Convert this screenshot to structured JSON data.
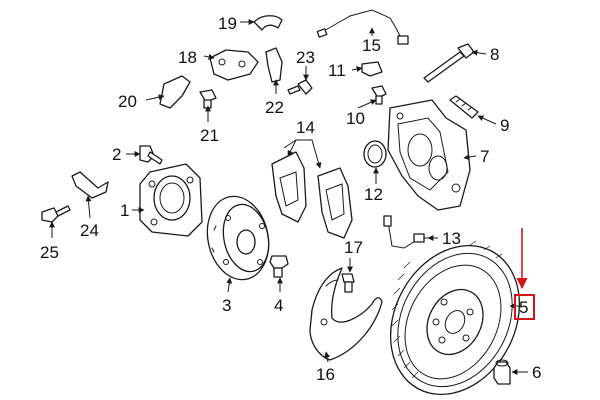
{
  "callouts": {
    "c1": "1",
    "c2": "2",
    "c3": "3",
    "c4": "4",
    "c5": "5",
    "c6": "6",
    "c7": "7",
    "c8": "8",
    "c9": "9",
    "c10": "10",
    "c11": "11",
    "c12": "12",
    "c13": "13",
    "c14": "14",
    "c15": "15",
    "c16": "16",
    "c17": "17",
    "c18": "18",
    "c19": "19",
    "c20": "20",
    "c21": "21",
    "c22": "22",
    "c23": "23",
    "c24": "24",
    "c25": "25"
  },
  "highlight": {
    "callout": "5",
    "color": "#d4141a"
  }
}
